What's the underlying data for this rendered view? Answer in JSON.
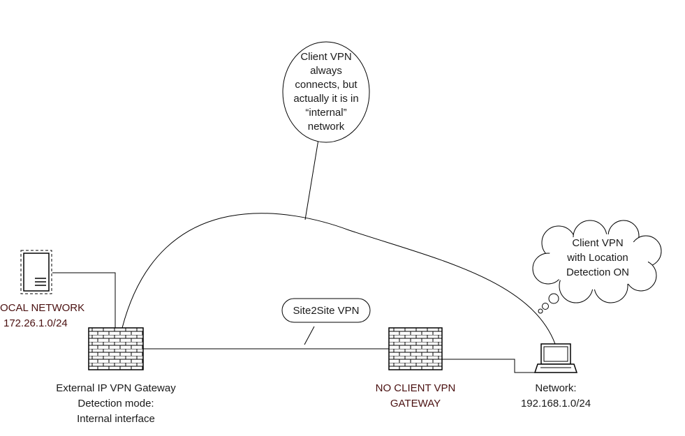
{
  "callouts": {
    "client_vpn_internal": [
      "Client VPN",
      "always",
      "connects, but",
      "actually it is in",
      "“internal”",
      "network"
    ],
    "location_detection": [
      "Client VPN",
      "with Location",
      "Detection ON"
    ],
    "site2site": "Site2Site VPN"
  },
  "nodes": {
    "local_network": {
      "name": "OCAL NETWORK",
      "subnet": "172.26.1.0/24"
    },
    "external_gateway": {
      "lines": [
        "External IP VPN Gateway",
        "Detection mode:",
        "Internal interface"
      ]
    },
    "no_client_gateway": {
      "lines": [
        "NO CLIENT VPN",
        "GATEWAY"
      ]
    },
    "laptop_network": {
      "lines": [
        "Network:",
        "192.168.1.0/24"
      ]
    }
  },
  "colors": {
    "line": "#000000",
    "brick": "#000000",
    "label_dark": "#1a1a1a",
    "label_red": "#4a1010"
  }
}
